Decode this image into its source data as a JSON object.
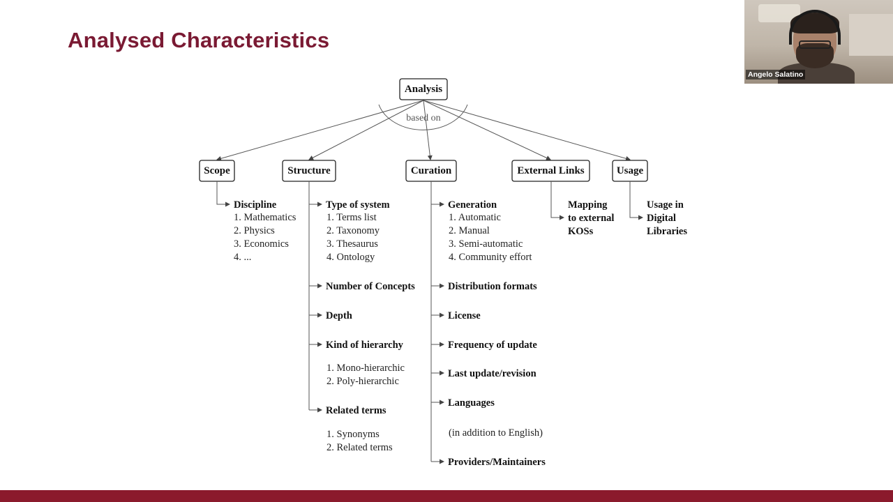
{
  "slide": {
    "title": "Analysed Characteristics"
  },
  "video": {
    "participant_name": "Angelo Salatino"
  },
  "diagram": {
    "root": "Analysis",
    "arc_label": "based on",
    "branches": {
      "scope": {
        "label": "Scope",
        "items": [
          {
            "title": "Discipline",
            "sub": [
              "1. Mathematics",
              "2. Physics",
              "3. Economics",
              "4. ..."
            ]
          }
        ]
      },
      "structure": {
        "label": "Structure",
        "items": [
          {
            "title": "Type of system",
            "sub": [
              "1. Terms list",
              "2. Taxonomy",
              "3. Thesaurus",
              "4. Ontology"
            ]
          },
          {
            "title": "Number of Concepts",
            "sub": []
          },
          {
            "title": "Depth",
            "sub": []
          },
          {
            "title": "Kind of hierarchy",
            "sub": [
              "1. Mono-hierarchic",
              "2. Poly-hierarchic"
            ]
          },
          {
            "title": "Related terms",
            "sub": [
              "1. Synonyms",
              "2. Related terms"
            ]
          }
        ]
      },
      "curation": {
        "label": "Curation",
        "items": [
          {
            "title": "Generation",
            "sub": [
              "1. Automatic",
              "2. Manual",
              "3. Semi-automatic",
              "4. Community effort"
            ]
          },
          {
            "title": "Distribution formats",
            "sub": []
          },
          {
            "title": "License",
            "sub": []
          },
          {
            "title": "Frequency of update",
            "sub": []
          },
          {
            "title": "Last update/revision",
            "sub": []
          },
          {
            "title": "Languages",
            "sub": [
              "(in addition to English)"
            ]
          },
          {
            "title": "Providers/Maintainers",
            "sub": []
          }
        ]
      },
      "external_links": {
        "label": "External Links",
        "items": [
          {
            "title_lines": [
              "Mapping",
              "to external",
              "KOSs"
            ]
          }
        ]
      },
      "usage": {
        "label": "Usage",
        "items": [
          {
            "title_lines": [
              "Usage in",
              "Digital",
              "Libraries"
            ]
          }
        ]
      }
    }
  }
}
